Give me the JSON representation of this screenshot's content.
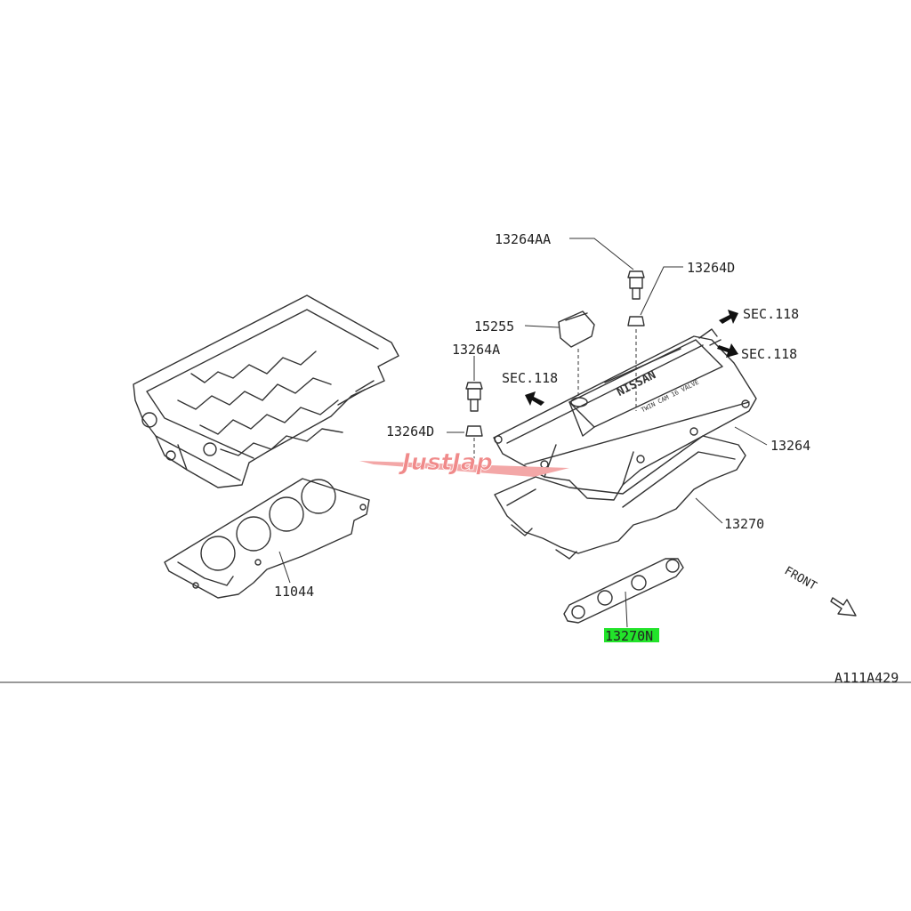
{
  "diagram": {
    "labels": {
      "p13264AA": "13264AA",
      "p13264D_top": "13264D",
      "p15255": "15255",
      "p13264A": "13264A",
      "p13264D_left": "13264D",
      "p13264": "13264",
      "p13270": "13270",
      "p13270N": "13270N",
      "p11044": "11044",
      "sec_right_top": "SEC.118",
      "sec_right_bottom": "SEC.118",
      "sec_left": "SEC.118",
      "front": "FRONT",
      "ref_code": "A111A429"
    },
    "cover_text": {
      "brand": "NISSAN",
      "engine": "TWIN CAM 16 VALVE"
    },
    "watermark": "JustJap",
    "colors": {
      "highlight": "#22e32a",
      "watermark": "#f08a8a",
      "line": "#333333"
    }
  }
}
